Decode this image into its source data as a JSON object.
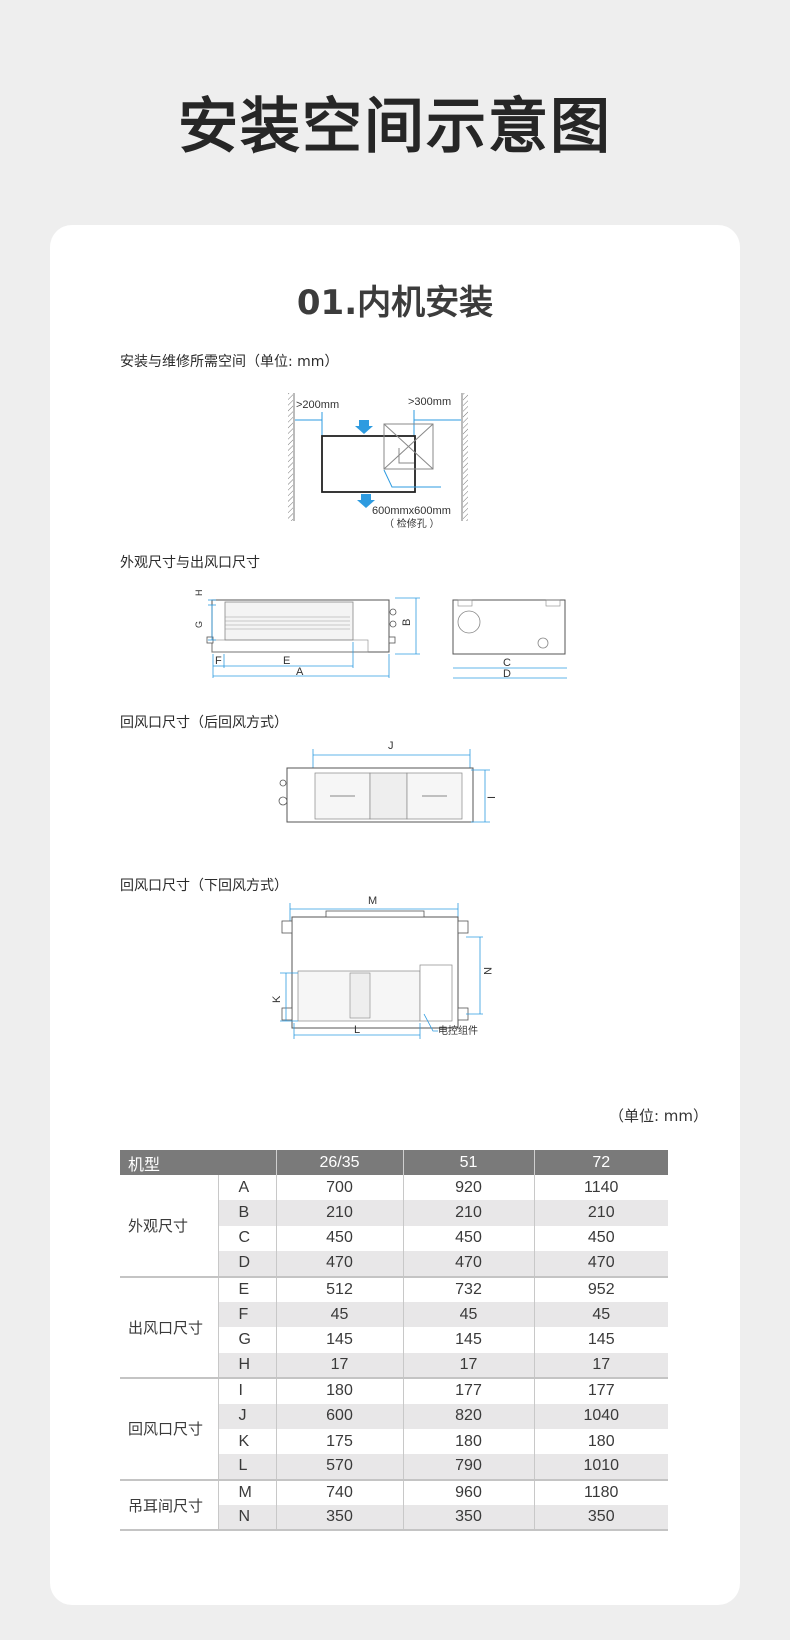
{
  "page": {
    "title": "安装空间示意图"
  },
  "card": {
    "section_title": "01.内机安装",
    "headings": {
      "space": "安装与维修所需空间（单位: mm）",
      "appearance": "外观尺寸与出风口尺寸",
      "return_rear": "回风口尺寸（后回风方式）",
      "return_bottom": "回风口尺寸（下回风方式）"
    },
    "space_diagram": {
      "left_clearance": ">200mm",
      "right_clearance": ">300mm",
      "access_size": "600mmx600mm",
      "access_label": "（ 检修孔 ）"
    },
    "appearance_diagram": {
      "labels": [
        "H",
        "G",
        "F",
        "E",
        "A",
        "B",
        "C",
        "D"
      ]
    },
    "rear_diagram": {
      "labels": [
        "J",
        "I"
      ]
    },
    "bottom_diagram": {
      "labels": [
        "M",
        "N",
        "K",
        "L"
      ],
      "control_label": "电控组件"
    },
    "unit_note": "（单位: mm）",
    "accent_color": "#2e9be0"
  },
  "table": {
    "header": [
      "机型",
      "26/35",
      "51",
      "72"
    ],
    "groups": [
      {
        "name": "外观尺寸",
        "rows": [
          {
            "key": "A",
            "values": [
              "700",
              "920",
              "1140"
            ]
          },
          {
            "key": "B",
            "values": [
              "210",
              "210",
              "210"
            ]
          },
          {
            "key": "C",
            "values": [
              "450",
              "450",
              "450"
            ]
          },
          {
            "key": "D",
            "values": [
              "470",
              "470",
              "470"
            ]
          }
        ]
      },
      {
        "name": "出风口尺寸",
        "rows": [
          {
            "key": "E",
            "values": [
              "512",
              "732",
              "952"
            ]
          },
          {
            "key": "F",
            "values": [
              "45",
              "45",
              "45"
            ]
          },
          {
            "key": "G",
            "values": [
              "145",
              "145",
              "145"
            ]
          },
          {
            "key": "H",
            "values": [
              "17",
              "17",
              "17"
            ]
          }
        ]
      },
      {
        "name": "回风口尺寸",
        "rows": [
          {
            "key": "I",
            "values": [
              "180",
              "177",
              "177"
            ]
          },
          {
            "key": "J",
            "values": [
              "600",
              "820",
              "1040"
            ]
          },
          {
            "key": "K",
            "values": [
              "175",
              "180",
              "180"
            ]
          },
          {
            "key": "L",
            "values": [
              "570",
              "790",
              "1010"
            ]
          }
        ]
      },
      {
        "name": "吊耳间尺寸",
        "rows": [
          {
            "key": "M",
            "values": [
              "740",
              "960",
              "1180"
            ]
          },
          {
            "key": "N",
            "values": [
              "350",
              "350",
              "350"
            ]
          }
        ]
      }
    ]
  }
}
